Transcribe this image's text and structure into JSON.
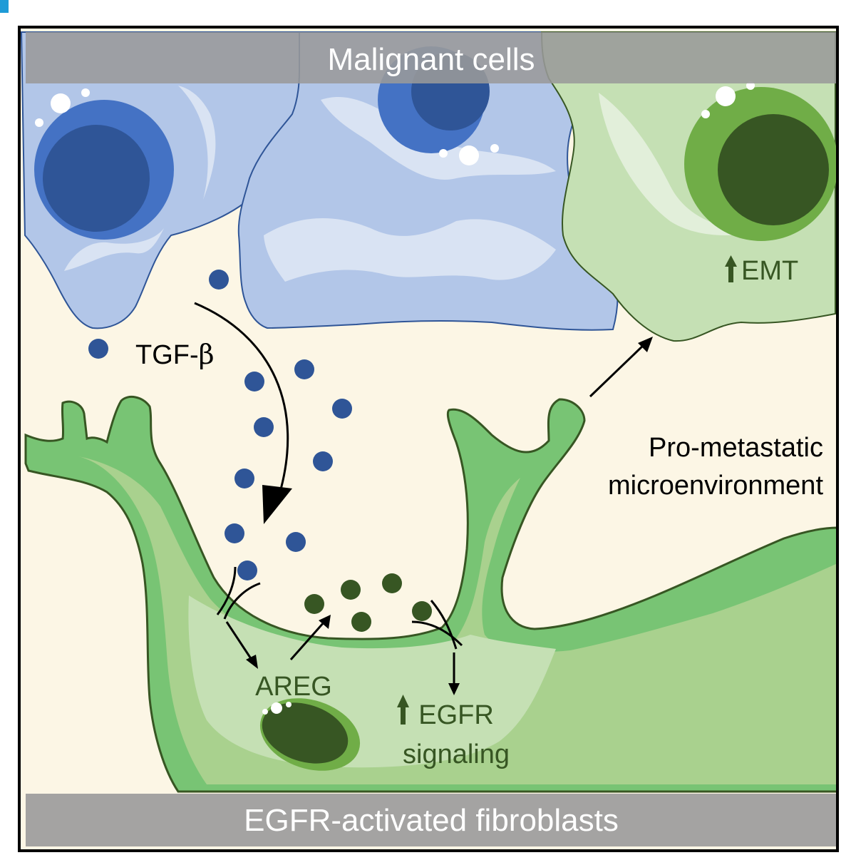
{
  "figure": {
    "top_banner": "Malignant cells",
    "bottom_banner": "EGFR-activated fibroblasts",
    "tgf_label_prefix": "TGF-",
    "tgf_label_symbol": "β",
    "emt_label": "EMT",
    "areg_label": "AREG",
    "egfr_label_line1": "EGFR",
    "egfr_label_line2": "signaling",
    "microenv_line1": "Pro-metastatic",
    "microenv_line2": "microenvironment"
  },
  "colors": {
    "background": "#fcf6e5",
    "frame": "#000000",
    "banner": "#9a9a9a",
    "banner_text": "#ffffff",
    "malignant_cell_body": "#b2c6e8",
    "malignant_cell_light": "#d9e3f3",
    "malignant_nucleus_outer": "#4472c4",
    "malignant_nucleus_inner": "#2f5597",
    "tgf_beta_dot": "#2f5597",
    "emt_cell_body": "#c5e0b4",
    "emt_nucleus_outer": "#70ad47",
    "emt_nucleus_inner": "#375623",
    "fibroblast_outer": "#78c474",
    "fibroblast_mid": "#a9d18e",
    "fibroblast_inner": "#c5e0b4",
    "areg_dot": "#375623",
    "label_dark": "#000000",
    "label_green": "#375623"
  }
}
